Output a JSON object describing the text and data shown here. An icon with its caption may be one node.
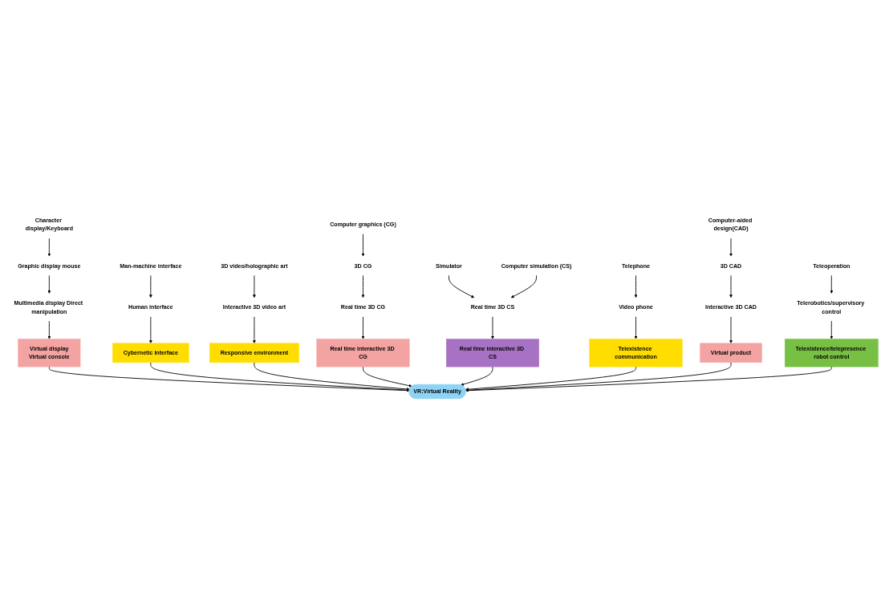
{
  "diagram": {
    "nodes": [
      {
        "text": [
          "Character display/Keyboard"
        ]
      },
      {
        "text": [
          "Graphic display mouse"
        ]
      },
      {
        "text": [
          "Multimedia display Direct manipulation"
        ]
      },
      {
        "text": [
          "Virtual display",
          "Virtual console"
        ]
      },
      {
        "text": [
          "Man-machine interface"
        ]
      },
      {
        "text": [
          "Human interface"
        ]
      },
      {
        "text": [
          "Cybernetic interface"
        ]
      },
      {
        "text": [
          "3D video/holographic art"
        ]
      },
      {
        "text": [
          "Interactive 3D video art"
        ]
      },
      {
        "text": [
          "Responsive environment"
        ]
      },
      {
        "text": [
          "Computer graphics (CG)"
        ]
      },
      {
        "text": [
          "3D CG"
        ]
      },
      {
        "text": [
          "Real time 3D CG"
        ]
      },
      {
        "text": [
          "Real time interactive 3D CG"
        ]
      },
      {
        "text": [
          "VR:Virtual Reality"
        ]
      },
      {
        "text": [
          "Real time interactive 3D CS"
        ]
      },
      {
        "text": [
          "Simulator"
        ]
      },
      {
        "text": [
          "Real time 3D CS"
        ]
      },
      {
        "text": [
          "Computer simulation (CS)"
        ]
      },
      {
        "text": [
          "Telexistence communication"
        ]
      },
      {
        "text": [
          "Virtual product"
        ]
      },
      {
        "text": [
          "Telexistence/telepresence robot control"
        ]
      },
      {
        "text": [
          "Video phone"
        ]
      },
      {
        "text": [
          "Telephone"
        ]
      },
      {
        "text": [
          "Interactive 3D CAD"
        ]
      },
      {
        "text": [
          "3D CAD"
        ]
      },
      {
        "text": [
          "Computer-aided design(CAD)"
        ]
      },
      {
        "text": [
          "Telerobotics/supervisory control"
        ]
      },
      {
        "text": [
          "Teleoperation"
        ]
      }
    ],
    "edges": [
      {
        "from": 0,
        "to": 1,
        "arrow": "to"
      },
      {
        "from": 1,
        "to": 2,
        "arrow": "to"
      },
      {
        "from": 2,
        "to": 3,
        "arrow": "to"
      },
      {
        "from": 3,
        "to": 14,
        "arrow": "to"
      },
      {
        "from": 4,
        "to": 5,
        "arrow": "to"
      },
      {
        "from": 5,
        "to": 6,
        "arrow": "to"
      },
      {
        "from": 6,
        "to": 14,
        "arrow": "to"
      },
      {
        "from": 7,
        "to": 8,
        "arrow": "to"
      },
      {
        "from": 8,
        "to": 9,
        "arrow": "to"
      },
      {
        "from": 9,
        "to": 14,
        "arrow": "to"
      },
      {
        "from": 10,
        "to": 11,
        "arrow": "to"
      },
      {
        "from": 11,
        "to": 12,
        "arrow": "to"
      },
      {
        "from": 12,
        "to": 13,
        "arrow": "to"
      },
      {
        "from": 13,
        "to": 14,
        "arrow": "to"
      },
      {
        "from": 16,
        "to": 17,
        "arrow": "to"
      },
      {
        "from": 18,
        "to": 17,
        "arrow": "to"
      },
      {
        "from": 17,
        "to": 15,
        "arrow": "to"
      },
      {
        "from": 15,
        "to": 14,
        "arrow": "to"
      },
      {
        "from": 19,
        "to": 14,
        "arrow": "to"
      },
      {
        "from": 22,
        "to": 19,
        "arrow": "to"
      },
      {
        "from": 23,
        "to": 22,
        "arrow": "to"
      },
      {
        "from": 20,
        "to": 14,
        "arrow": "to"
      },
      {
        "from": 24,
        "to": 20,
        "arrow": "to"
      },
      {
        "from": 25,
        "to": 24,
        "arrow": "to"
      },
      {
        "from": 26,
        "to": 25,
        "arrow": "to"
      },
      {
        "from": 21,
        "to": 14,
        "arrow": "to"
      },
      {
        "from": 27,
        "to": 21,
        "arrow": "to"
      },
      {
        "from": 28,
        "to": 27,
        "arrow": "to"
      }
    ]
  }
}
